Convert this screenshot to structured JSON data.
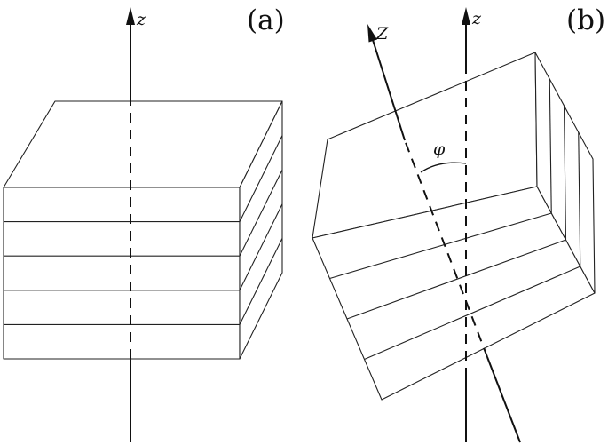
{
  "panels": [
    {
      "id": "a",
      "label": "(a)",
      "axis_label": "z"
    },
    {
      "id": "b",
      "label": "(b)",
      "axis_label": "z",
      "tilted_axis_label": "Z",
      "angle_label": "φ"
    }
  ],
  "panel_a": {
    "layer_count": 5
  },
  "panel_b": {
    "layer_count": 4
  }
}
